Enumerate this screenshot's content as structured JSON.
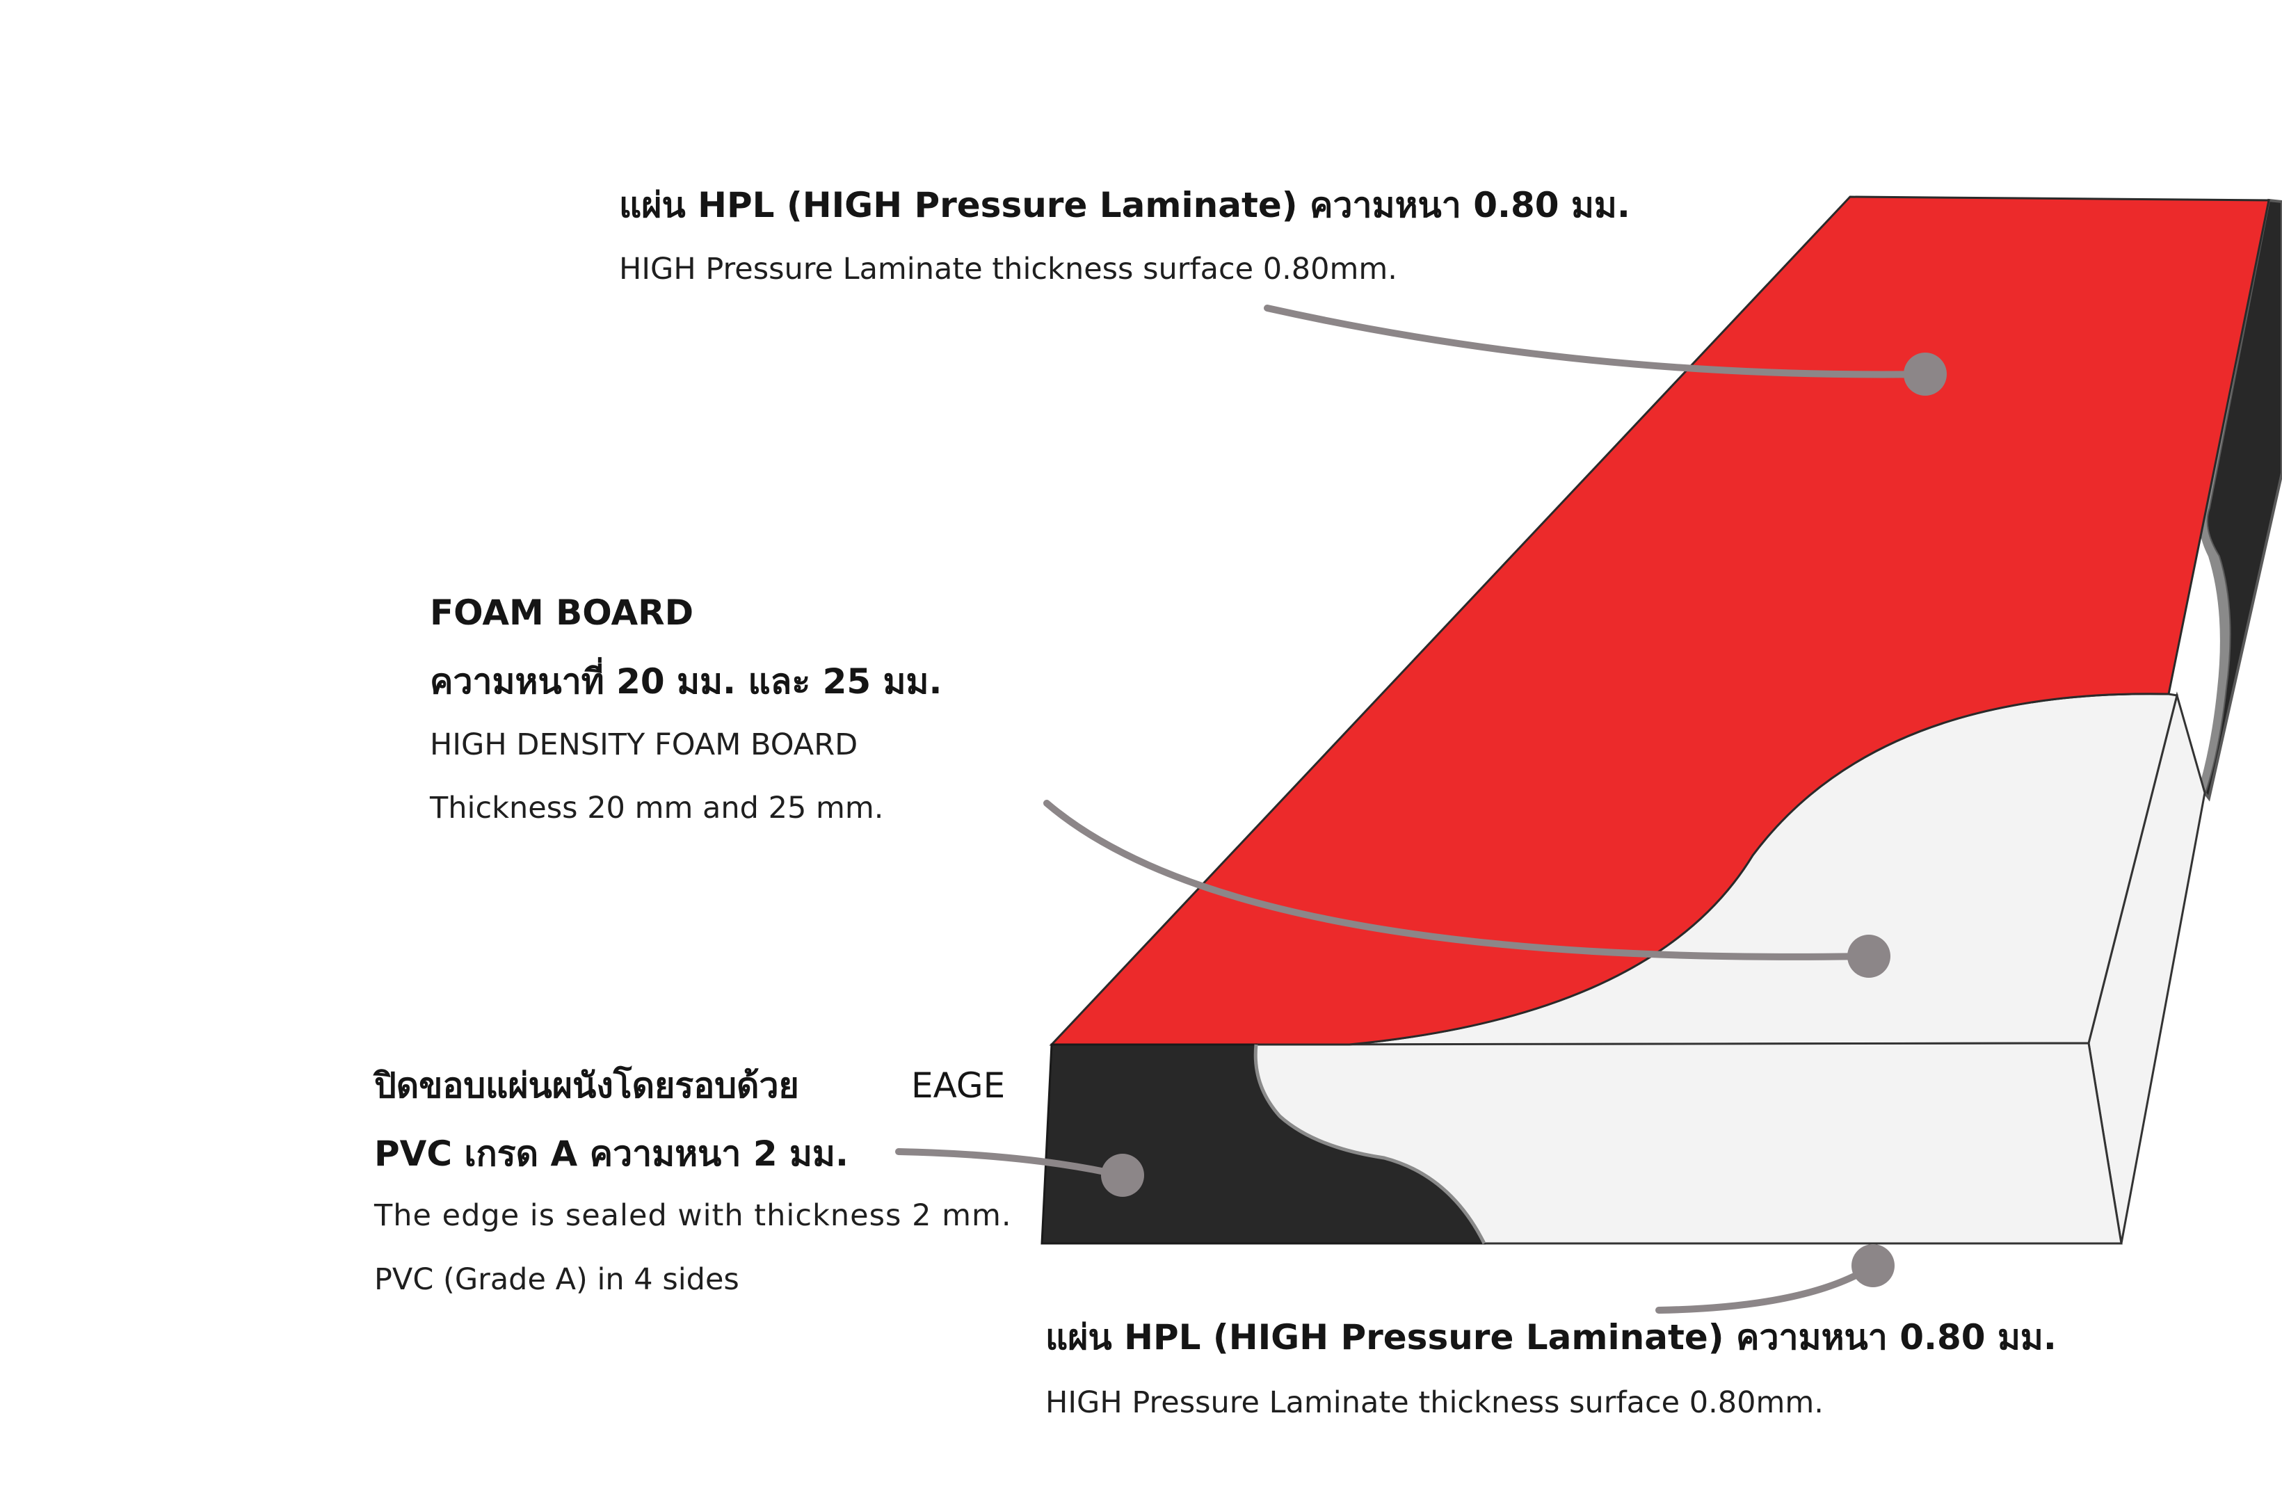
{
  "callouts": {
    "top_hpl": {
      "title": "แผ่น HPL (HIGH Pressure Laminate) ความหนา 0.80 มม.",
      "subtitle": "HIGH Pressure Laminate thickness surface 0.80mm."
    },
    "foam": {
      "title_en": "FOAM BOARD",
      "title_th": "ความหนาที่ 20 มม. และ 25 มม.",
      "sub_1": "HIGH DENSITY FOAM BOARD",
      "sub_2": "Thickness 20 mm and 25 mm."
    },
    "edge": {
      "title_1_th": "ปิดขอบแผ่นผนังโดยรอบด้วย",
      "title_1_en": "EAGE",
      "title_2": "PVC เกรด A ความหนา 2 มม.",
      "sub_1": "The edge is sealed with thickness 2 mm.",
      "sub_2": "PVC (Grade A) in 4 sides"
    },
    "bottom_hpl": {
      "title": "แผ่น HPL (HIGH Pressure Laminate) ความหนา 0.80 มม.",
      "subtitle": "HIGH Pressure Laminate thickness surface 0.80mm."
    }
  },
  "colors": {
    "hpl_red": "#ec2a2b",
    "pvc_edge": "#282828",
    "foam": "#f3f3f3",
    "leader": "#8c8688",
    "outline": "#333333"
  }
}
